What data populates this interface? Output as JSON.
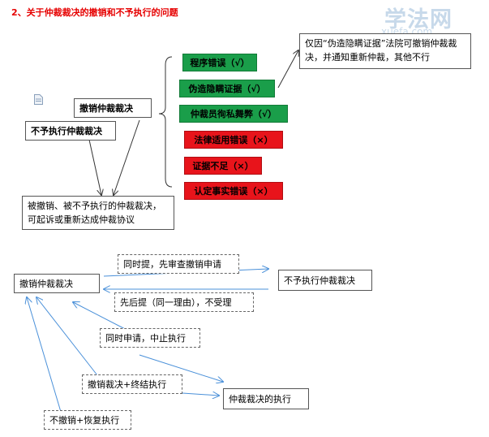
{
  "title": "2、关于仲裁裁决的撤销和不予执行的问题",
  "watermark": {
    "main": "学法网",
    "sub": "xuefa.com"
  },
  "top": {
    "revoke_box": "撤销仲裁裁决",
    "non_enforce_box": "不予执行仲裁裁决",
    "result_note": "被撤销、被不予执行的仲裁裁决，可起诉或重新达成仲裁协议",
    "grounds": [
      {
        "label": "程序错误（√）",
        "status": "valid",
        "color": "#1a9e4a"
      },
      {
        "label": "伪造隐瞒证据（√）",
        "status": "valid",
        "color": "#1a9e4a"
      },
      {
        "label": "仲裁员徇私舞弊（√）",
        "status": "valid",
        "color": "#1a9e4a"
      },
      {
        "label": "法律适用错误（×）",
        "status": "invalid",
        "color": "#e8141b"
      },
      {
        "label": "证据不足（×）",
        "status": "invalid",
        "color": "#e8141b"
      },
      {
        "label": "认定事实错误（×）",
        "status": "invalid",
        "color": "#e8141b"
      }
    ],
    "callout": "仅因“伪造隐瞒证据”法院可撤销仲裁裁决，并通知重新仲裁，其他不行"
  },
  "bottom": {
    "revoke_box": "撤销仲裁裁决",
    "non_enforce_box": "不予执行仲裁裁决",
    "enforcement_box": "仲裁裁决的执行",
    "labels": {
      "simultaneous": "同时提，先审查撤销申请",
      "sequential": "先后提（同一理由），不受理",
      "suspend": "同时申请，中止执行",
      "terminate": "撤销裁决+终结执行",
      "resume": "不撤销+恢复执行"
    }
  }
}
